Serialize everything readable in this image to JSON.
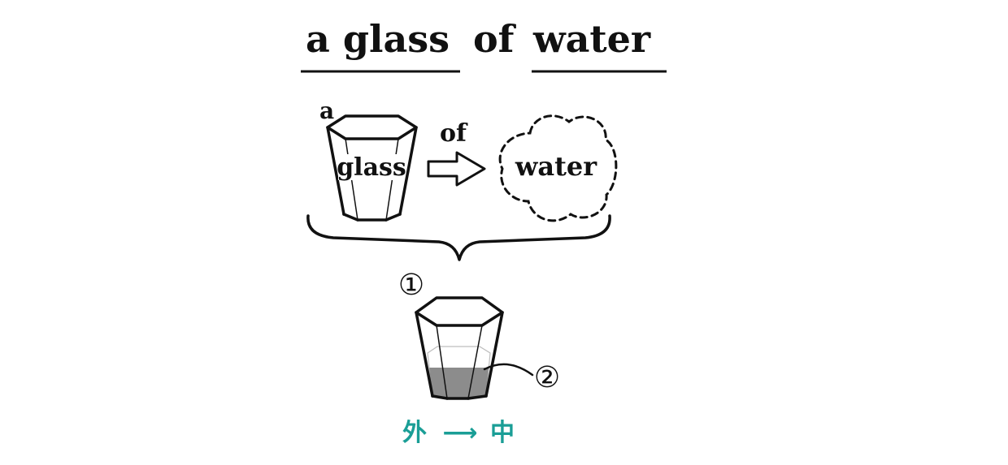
{
  "title": {
    "part_a": "a glass",
    "part_of": "of",
    "part_water": "water"
  },
  "diagram": {
    "article": "a",
    "glass_label": "glass",
    "connector": "of",
    "water_label": "water",
    "marker_1": "①",
    "marker_2": "②"
  },
  "caption": {
    "from": "外",
    "arrow": "⟶",
    "to": "中",
    "color": "#1a9e96"
  },
  "colors": {
    "ink": "#111111",
    "water_fill": "#8c8c8c"
  }
}
